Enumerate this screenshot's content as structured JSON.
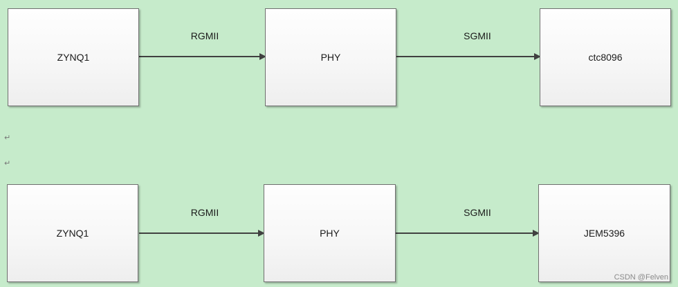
{
  "diagram": {
    "row1": {
      "box1": "ZYNQ1",
      "box2": "PHY",
      "box3": "ctc8096",
      "link1": "RGMII",
      "link2": "SGMII"
    },
    "row2": {
      "box1": "ZYNQ1",
      "box2": "PHY",
      "box3": "JEM5396",
      "link1": "RGMII",
      "link2": "SGMII"
    }
  },
  "marks": {
    "return1": "↵",
    "return2": "↵"
  },
  "watermark": "CSDN @Felven"
}
